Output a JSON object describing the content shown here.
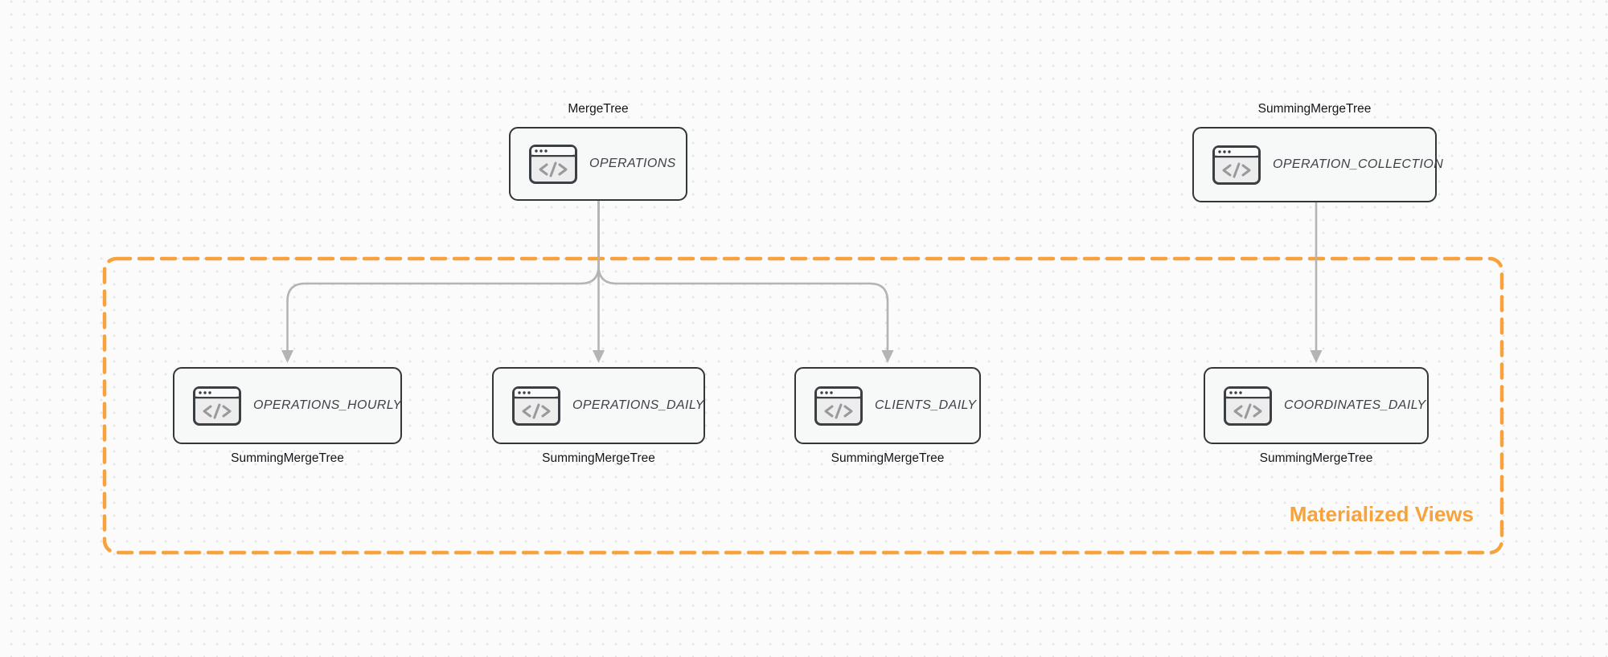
{
  "diagram": {
    "region": {
      "label": "Materialized Views"
    },
    "nodes": {
      "operations": {
        "engine": "MergeTree",
        "table": "OPERATIONS"
      },
      "operation_collection": {
        "engine": "SummingMergeTree",
        "table": "OPERATION_COLLECTION"
      },
      "operations_hourly": {
        "engine": "SummingMergeTree",
        "table": "OPERATIONS_HOURLY"
      },
      "operations_daily": {
        "engine": "SummingMergeTree",
        "table": "OPERATIONS_DAILY"
      },
      "clients_daily": {
        "engine": "SummingMergeTree",
        "table": "CLIENTS_DAILY"
      },
      "coordinates_daily": {
        "engine": "SummingMergeTree",
        "table": "COORDINATES_DAILY"
      }
    },
    "edges": [
      {
        "from": "OPERATIONS",
        "to": "OPERATIONS_HOURLY"
      },
      {
        "from": "OPERATIONS",
        "to": "OPERATIONS_DAILY"
      },
      {
        "from": "OPERATIONS",
        "to": "CLIENTS_DAILY"
      },
      {
        "from": "OPERATION_COLLECTION",
        "to": "COORDINATES_DAILY"
      }
    ],
    "icons": {
      "node_icon": "code-window-icon"
    },
    "colors": {
      "accent_orange": "#F7A23B",
      "connector_gray": "#B4B4B6",
      "node_border": "#33373C",
      "node_fill": "#F7F8F8",
      "background": "#FBFBFC",
      "grid_dot": "#E3E4E6"
    }
  }
}
